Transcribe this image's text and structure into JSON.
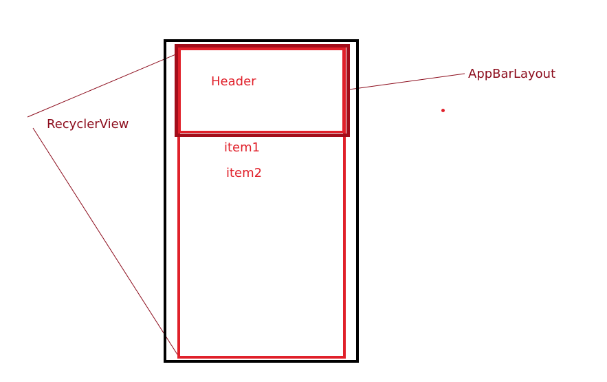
{
  "diagram": {
    "header_label": "Header",
    "item1_label": "item1",
    "item2_label": "item2",
    "appbarlayout_label": "AppBarLayout",
    "recyclerview_label": "RecyclerView"
  },
  "colors": {
    "phone_frame": "#000000",
    "recyclerview_border": "#e0202a",
    "appbar_border": "#a30d1a",
    "annotation": "#8b0a1a",
    "content_text": "#e0202a"
  }
}
